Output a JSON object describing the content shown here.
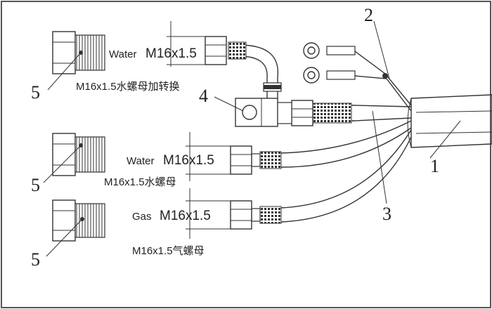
{
  "diagram": {
    "callouts": {
      "c1": "1",
      "c2": "2",
      "c3": "3",
      "c4": "4",
      "c5a": "5",
      "c5b": "5",
      "c5c": "5"
    },
    "fitting_top": {
      "medium": "Water",
      "thread": "M16x1.5",
      "caption": "M16x1.5水螺母加转换"
    },
    "fitting_mid": {
      "medium": "Water",
      "thread": "M16x1.5",
      "caption": "M16x1.5水螺母"
    },
    "fitting_bottom": {
      "medium": "Gas",
      "thread": "M16x1.5",
      "caption": "M16x1.5气螺母"
    }
  }
}
